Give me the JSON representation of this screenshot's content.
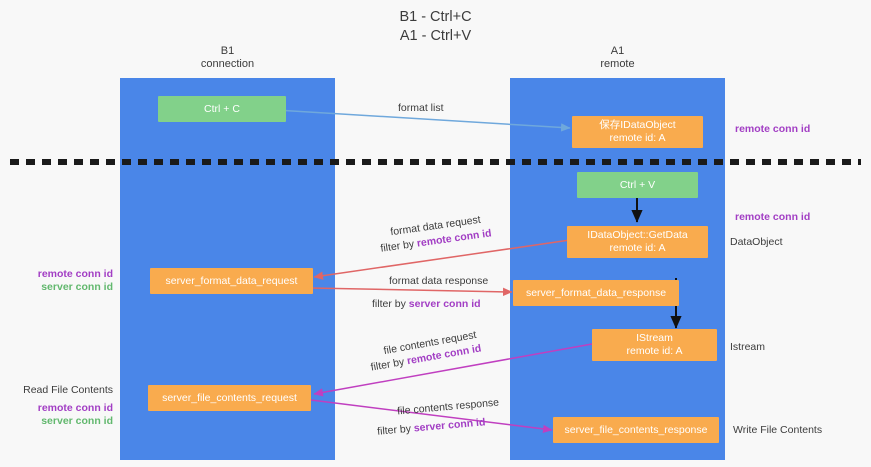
{
  "title": "B1 - Ctrl+C\nA1 - Ctrl+V",
  "colors": {
    "lane": "#4a86e8",
    "green_node": "#82d18a",
    "orange_node": "#f9ab4e",
    "purple_text": "#a23ec4",
    "green_text": "#62b86e",
    "blue_arrow": "#6fa8dc",
    "red_arrow": "#e06666",
    "magenta_arrow": "#c03fc0",
    "black_arrow": "#000000",
    "divider": "#1a1a1a",
    "background": "#f8f8f8"
  },
  "lanes": [
    {
      "id": "b1",
      "title": "B1\nconnection"
    },
    {
      "id": "a1",
      "title": "A1\nremote"
    }
  ],
  "nodes": [
    {
      "id": "ctrl-c",
      "line1": "Ctrl + C",
      "line2": "",
      "color": "green"
    },
    {
      "id": "idataobject-remote",
      "line1": "保存IDataObject",
      "line2": "remote id: A",
      "color": "orange"
    },
    {
      "id": "ctrl-v",
      "line1": "Ctrl + V",
      "line2": "",
      "color": "green"
    },
    {
      "id": "idataobject-getdata",
      "line1": "IDataObject::GetData",
      "line2": "remote id: A",
      "color": "orange"
    },
    {
      "id": "server-format-data-request",
      "line1": "server_format_data_request",
      "line2": "",
      "color": "orange"
    },
    {
      "id": "server-format-data-response",
      "line1": "server_format_data_response",
      "line2": "",
      "color": "orange"
    },
    {
      "id": "istream",
      "line1": "IStream",
      "line2": "remote id: A",
      "color": "orange"
    },
    {
      "id": "server-file-contents-request",
      "line1": "server_file_contents_request",
      "line2": "",
      "color": "orange"
    },
    {
      "id": "server-file-contents-response",
      "line1": "server_file_contents_response",
      "line2": "",
      "color": "orange"
    }
  ],
  "edge_labels": {
    "format_list": "format list",
    "format_data_request": "format data request",
    "format_data_request_filter_prefix": "filter by ",
    "format_data_request_filter_key": "remote conn id",
    "format_data_response": "format data response",
    "format_data_response_filter_prefix": "filter by ",
    "format_data_response_filter_key": "server conn id",
    "file_contents_request": "file contents request",
    "file_contents_request_filter_prefix": "filter by ",
    "file_contents_request_filter_key": "remote conn id",
    "file_contents_response": "file contents response",
    "file_contents_response_filter_prefix": "filter by ",
    "file_contents_response_filter_key": "server conn id"
  },
  "right_labels": {
    "remote_conn_id_top": "remote conn id",
    "remote_conn_id_mid": "remote conn id",
    "dataobject": "DataObject",
    "istream": "Istream",
    "write_file_contents": "Write File Contents"
  },
  "left_labels": {
    "remote_conn_id": "remote conn id",
    "server_conn_id": "server conn id",
    "read_file_contents": "Read File Contents",
    "remote_conn_id_2": "remote conn id",
    "server_conn_id_2": "server conn id"
  }
}
